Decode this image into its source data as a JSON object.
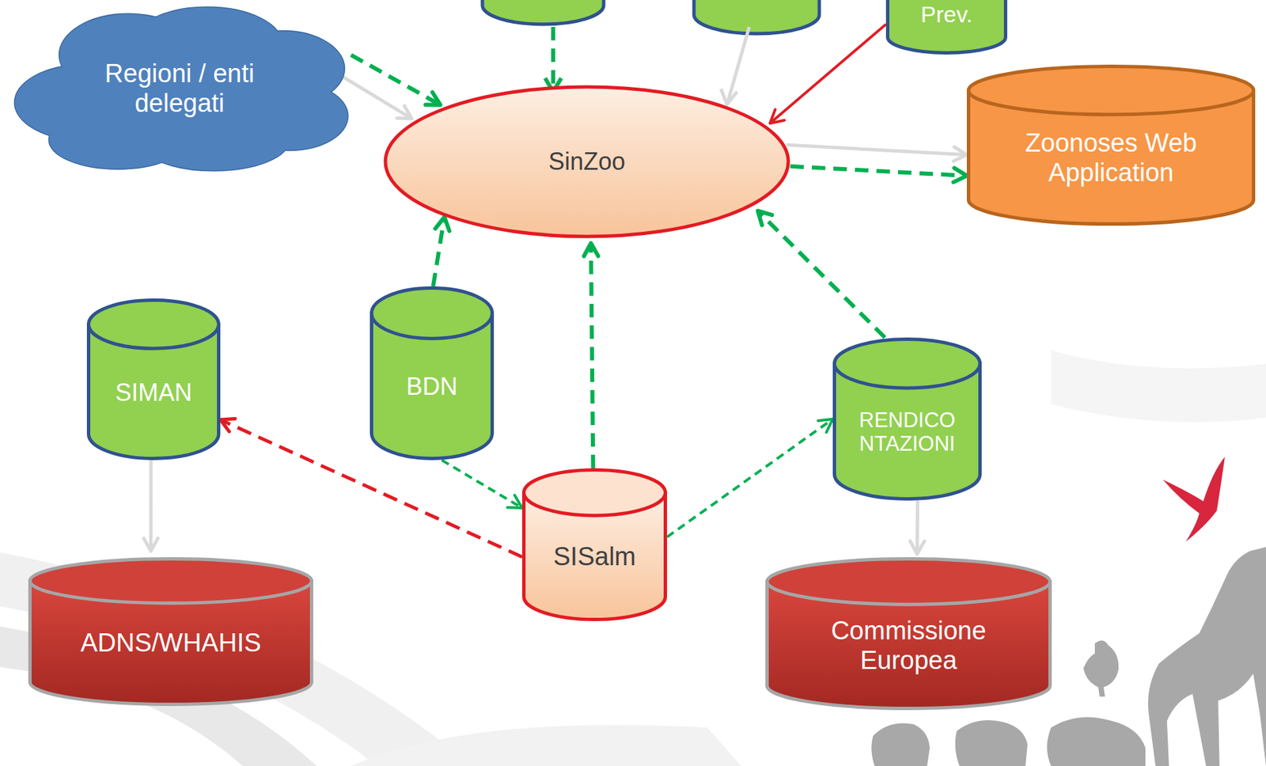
{
  "diagram": {
    "nodes": [
      {
        "text": [
          "Regioni / enti delegati"
        ]
      },
      {
        "text": [
          "Prev."
        ]
      },
      {
        "text": [
          "SinZoo"
        ]
      },
      {
        "text": [
          "Zoonoses Web Application"
        ]
      },
      {
        "text": [
          "SIMAN"
        ]
      },
      {
        "text": [
          "BDN"
        ]
      },
      {
        "text": [
          "RENDICO NTAZIONI"
        ]
      },
      {
        "text": [
          "SISalm"
        ]
      },
      {
        "text": [
          "ADNS/WHAHIS"
        ]
      },
      {
        "text": [
          "Commissione Europea"
        ]
      }
    ],
    "edges": [
      {
        "from": 0,
        "to": 2,
        "arrow": "to"
      },
      {
        "from": 0,
        "to": 2,
        "arrow": "to"
      },
      {
        "from": 1,
        "to": 2,
        "arrow": "to"
      },
      {
        "from": 2,
        "to": 3,
        "arrow": "to"
      },
      {
        "from": 2,
        "to": 3,
        "arrow": "to"
      },
      {
        "from": 5,
        "to": 2,
        "arrow": "to"
      },
      {
        "from": 7,
        "to": 2,
        "arrow": "to"
      },
      {
        "from": 6,
        "to": 2,
        "arrow": "to"
      },
      {
        "from": 5,
        "to": 7,
        "arrow": "to"
      },
      {
        "from": 7,
        "to": 6,
        "arrow": "to"
      },
      {
        "from": 7,
        "to": 4,
        "arrow": "to"
      },
      {
        "from": 4,
        "to": 8,
        "arrow": "to"
      },
      {
        "from": 6,
        "to": 9,
        "arrow": "to"
      }
    ]
  }
}
